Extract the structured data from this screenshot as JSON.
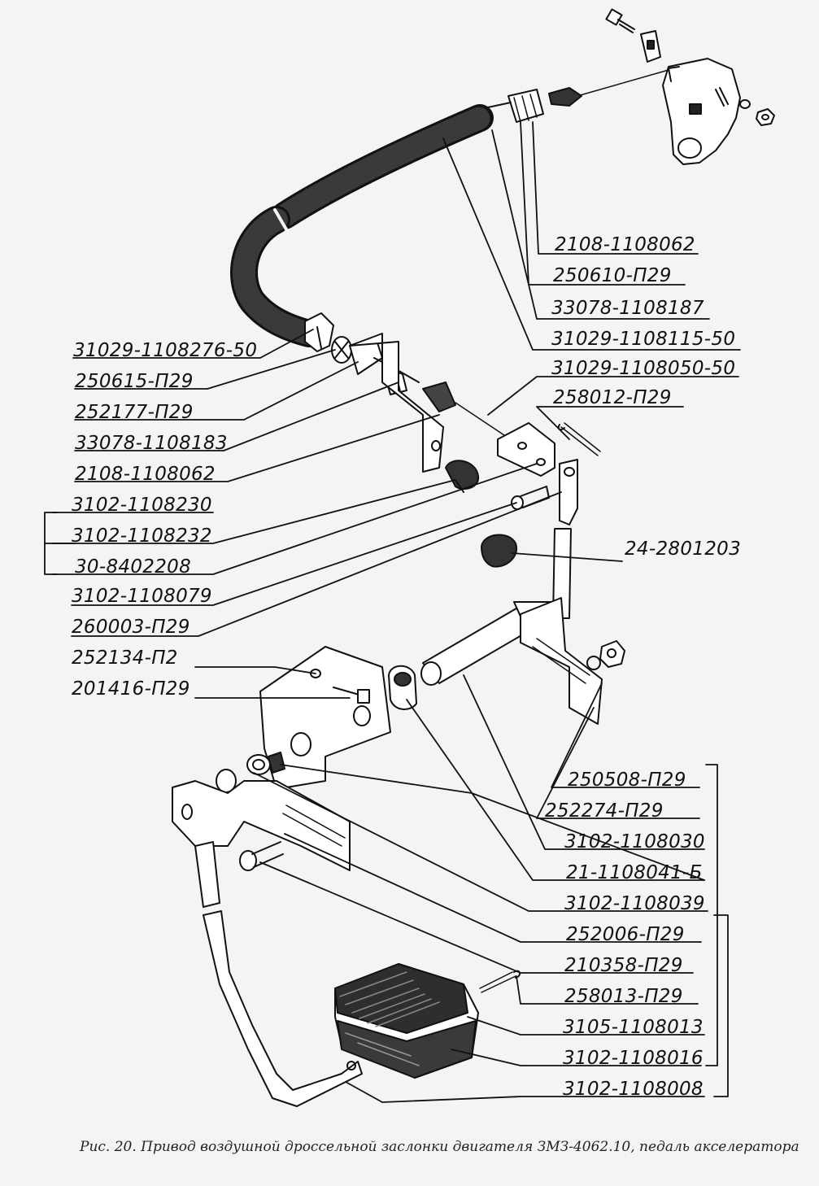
{
  "caption": "Рис. 20. Привод воздушной дроссельной заслонки двигателя ЗМЗ-4062.10, педаль акселератора",
  "labels": {
    "l01": "2108-1108062",
    "l02": "250610-П29",
    "l03": "33078-1108187",
    "l04": "31029-1108115-50",
    "l05": "31029-1108050-50",
    "l06": "258012-П29",
    "l07": "31029-1108276-50",
    "l08": "250615-П29",
    "l09": "252177-П29",
    "l10": "33078-1108183",
    "l11": "2108-1108062",
    "l12": "3102-1108230",
    "l13": "3102-1108232",
    "l14": "30-8402208",
    "l15": "3102-1108079",
    "l16": "260003-П29",
    "l17": "24-2801203",
    "l18": "252134-П2",
    "l19": "201416-П29",
    "l20": "250508-П29",
    "l21": "252274-П29",
    "l22": "3102-1108030",
    "l23": "21-1108041-Б",
    "l24": "3102-1108039",
    "l25": "252006-П29",
    "l26": "210358-П29",
    "l27": "258013-П29",
    "l28": "3105-1108013",
    "l29": "3102-1108016",
    "l30": "3102-1108008"
  }
}
